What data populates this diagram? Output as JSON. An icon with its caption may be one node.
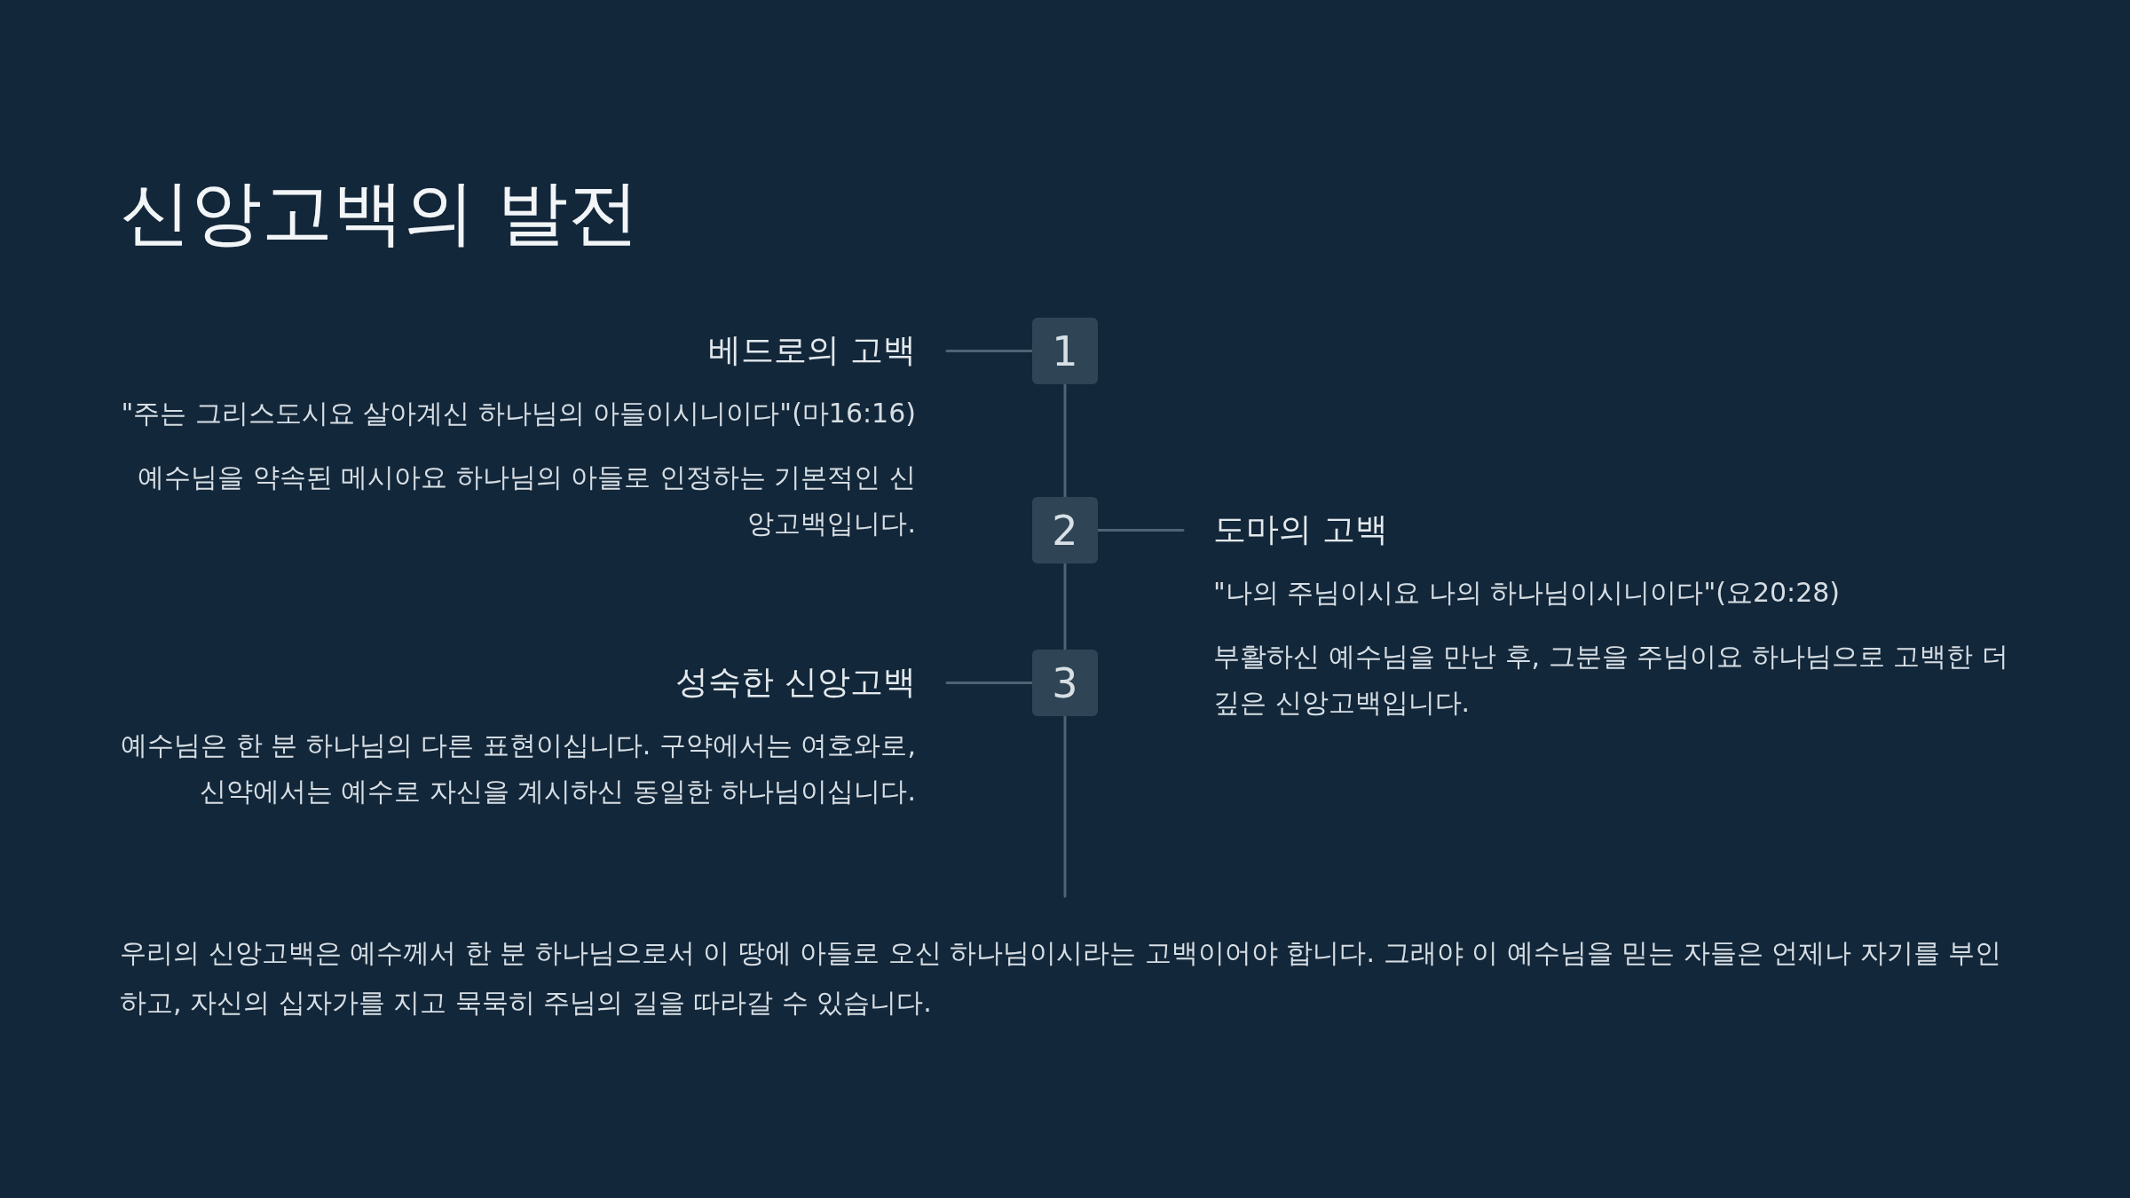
{
  "diagram": {
    "title": "신앙고백의 발전",
    "nodes": [
      {
        "text": [
          "베드로의 고백",
          "\"주는 그리스도시요 살아계신 하나님의 아들이시니이다\"(마16:16)",
          "예수님을 약속된 메시아요 하나님의 아들로 인정하는 기본적인 신앙고백입니다."
        ]
      },
      {
        "text": [
          "1"
        ]
      },
      {
        "text": [
          "2"
        ]
      },
      {
        "text": [
          "도마의 고백",
          "\"나의 주님이시요 나의 하나님이시니이다\"(요20:28)",
          "부활하신 예수님을 만난 후, 그분을 주님이요 하나님으로 고백한 더 깊은 신앙고백입니다."
        ]
      },
      {
        "text": [
          "성숙한 신앙고백",
          "예수님은 한 분 하나님의 다른 표현이십니다. 구약에서는 여호와로, 신약에서는 예수로 자신을 계시하신 동일한 하나님이십니다."
        ]
      },
      {
        "text": [
          "3"
        ]
      }
    ],
    "edges": [
      {
        "from": 0,
        "to": 1,
        "arrow": "none"
      },
      {
        "from": 1,
        "to": 2,
        "arrow": "none"
      },
      {
        "from": 2,
        "to": 3,
        "arrow": "none"
      },
      {
        "from": 2,
        "to": 5,
        "arrow": "none"
      },
      {
        "from": 4,
        "to": 5,
        "arrow": "none"
      },
      {
        "from": 5,
        "to": null,
        "arrow": "none"
      }
    ],
    "labels": [
      "우리의 신앙고백은 예수께서 한 분 하나님으로서 이 땅에 아들로 오신 하나님이시라는 고백이어야 합니다. 그래야 이 예수님을 믿는 자들은 언제나 자기를 부인하고, 자신의 십자가를 지고 묵묵히 주님의 길을 따라갈 수 있습니다."
    ]
  }
}
